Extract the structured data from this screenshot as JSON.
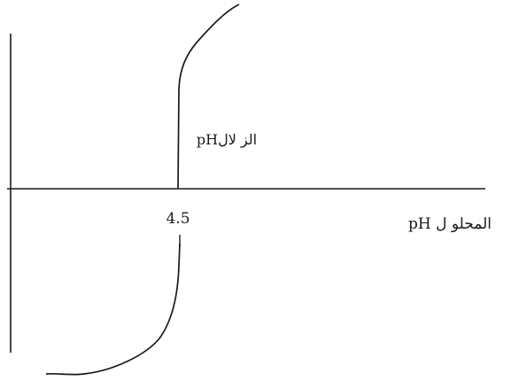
{
  "labels": {
    "x_axis": "pH المحلو ل",
    "vertical_line": "pHالز لال",
    "tick": "4.5"
  },
  "colors": {
    "ink": "#1a1a1a",
    "background": "#ffffff"
  }
}
